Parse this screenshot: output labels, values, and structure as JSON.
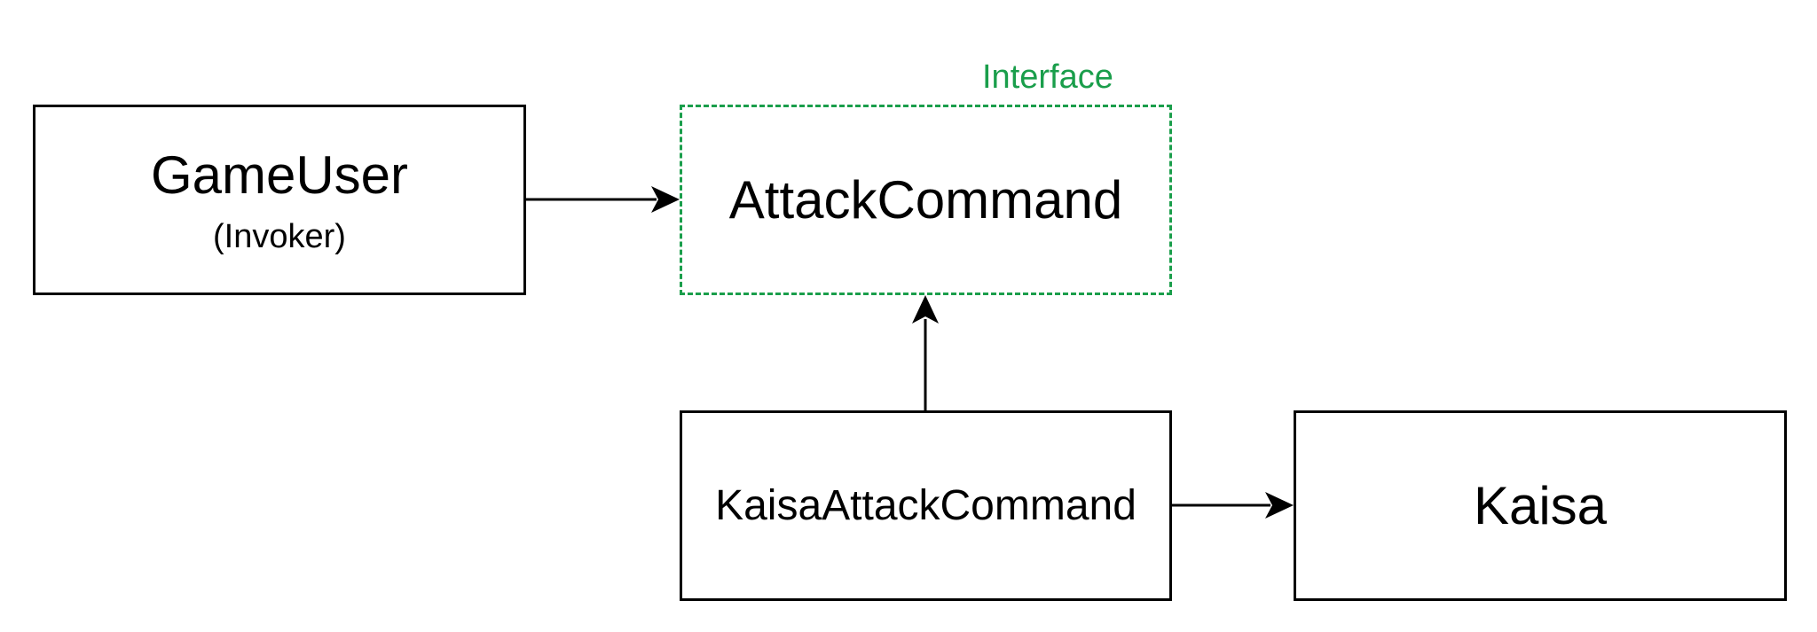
{
  "diagram": {
    "nodes": [
      {
        "id": "gameuser",
        "title": "GameUser",
        "subtitle": "(Invoker)"
      },
      {
        "id": "attack",
        "title": "AttackCommand",
        "stereotype": "Interface",
        "style": "dashed"
      },
      {
        "id": "kaisacmd",
        "title": "KaisaAttackCommand"
      },
      {
        "id": "kaisa",
        "title": "Kaisa"
      }
    ],
    "edges": [
      {
        "from": "gameuser",
        "to": "attack"
      },
      {
        "from": "kaisacmd",
        "to": "attack"
      },
      {
        "from": "kaisacmd",
        "to": "kaisa"
      }
    ],
    "colors": {
      "stroke": "#000000",
      "interface": "#1a9e4b"
    }
  }
}
